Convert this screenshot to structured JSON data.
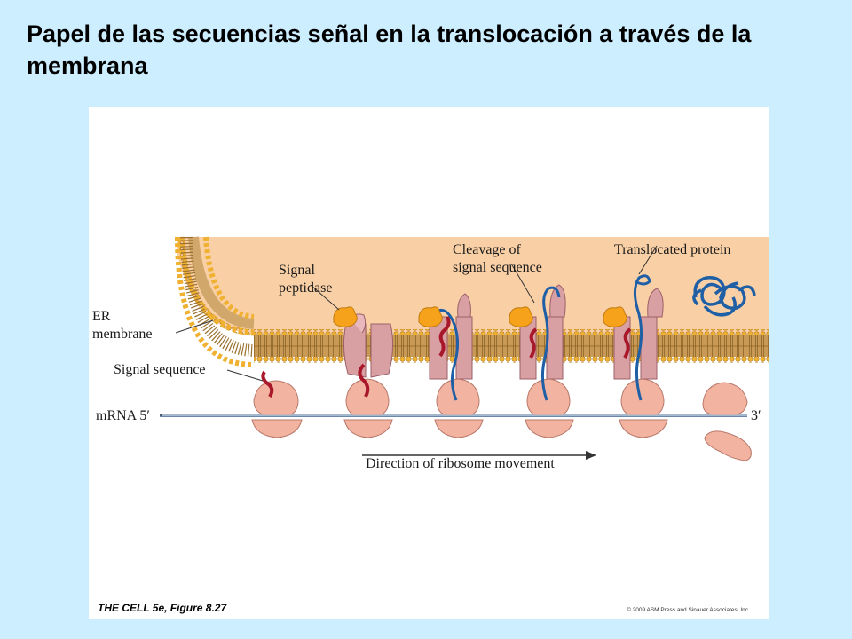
{
  "slide": {
    "title": "Papel de las secuencias señal en la translocación a través de la membrana"
  },
  "figure": {
    "labels": {
      "er_membrane_line1": "ER",
      "er_membrane_line2": "membrane",
      "signal_sequence": "Signal sequence",
      "mrna_5": "mRNA 5′",
      "mrna_3": "3′",
      "signal_peptidase_line1": "Signal",
      "signal_peptidase_line2": "peptidase",
      "cleavage_line1": "Cleavage of",
      "cleavage_line2": "signal sequence",
      "translocated_protein": "Translocated protein",
      "direction": "Direction of ribosome movement"
    },
    "caption": "THE CELL 5e, Figure 8.27",
    "copyright": "© 2009 ASM Press and Sinauer Associates, Inc."
  },
  "colors": {
    "background": "#cceeff",
    "er_lumen": "#f9cfa5",
    "lipid_head": "#f0b030",
    "lipid_tail": "#9a7030",
    "ribosome": "#f2b3a0",
    "translocon": "#d9a0a4",
    "signal_peptidase": "#f7a21b",
    "signal_sequence": "#a8182a",
    "protein_chain": "#1f5fa5",
    "mrna": "#6a87a8"
  }
}
